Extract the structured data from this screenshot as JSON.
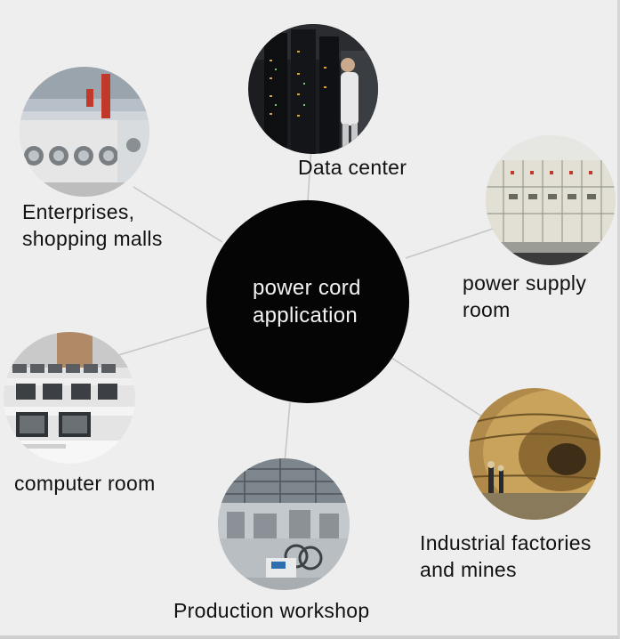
{
  "center": {
    "line1": "power cord",
    "line2": "application"
  },
  "nodes": {
    "data_center": {
      "label": "Data center"
    },
    "enterprises": {
      "line1": "Enterprises,",
      "line2": "shopping malls"
    },
    "power_supply": {
      "line1": "power supply",
      "line2": "room"
    },
    "computer_room": {
      "label": "computer room"
    },
    "industrial": {
      "line1": "Industrial factories",
      "line2": "and mines"
    },
    "production": {
      "label": "Production workshop"
    }
  },
  "colors": {
    "background": "#eeeeee",
    "hub": "#050505",
    "connector": "#c8c8c8",
    "label_text": "#111111",
    "hub_text": "#f2f2f2"
  }
}
